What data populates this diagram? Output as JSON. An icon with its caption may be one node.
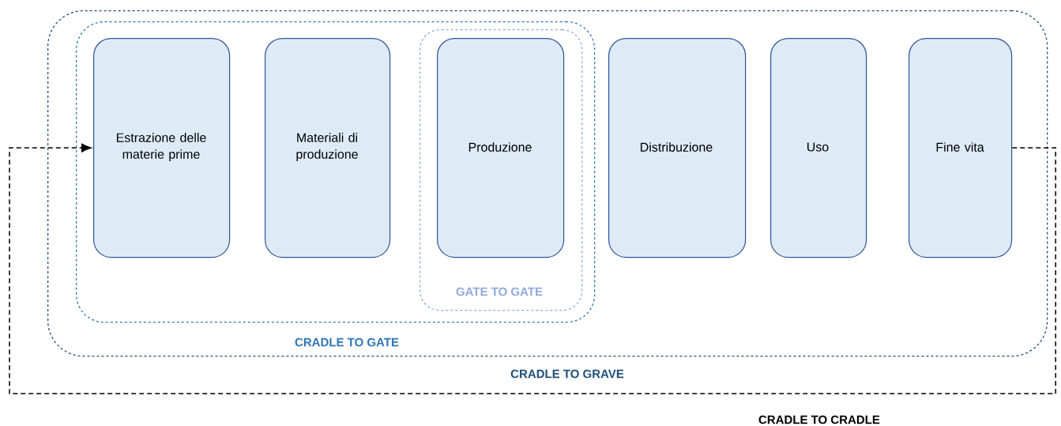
{
  "diagram": {
    "nodes": [
      {
        "text": [
          "CRADLE TO GRAVE"
        ]
      },
      {
        "text": [
          "CRADLE TO GATE"
        ],
        "in": 0
      },
      {
        "text": [
          "Estrazione delle materie prime"
        ],
        "in": 1
      },
      {
        "text": [
          "Materiali di produzione"
        ],
        "in": 1
      },
      {
        "text": [
          "GATE TO GATE"
        ],
        "in": 1
      },
      {
        "text": [
          "Produzione"
        ],
        "in": 4
      },
      {
        "text": [
          "Distribuzione"
        ],
        "in": 0
      },
      {
        "text": [
          "Uso"
        ],
        "in": 0
      },
      {
        "text": [
          "Fine vita"
        ],
        "in": 0
      }
    ],
    "edges": [
      {
        "from": 8,
        "to": 2,
        "arrow": "to",
        "style": "dashed",
        "label": "CRADLE TO CRADLE"
      }
    ]
  }
}
